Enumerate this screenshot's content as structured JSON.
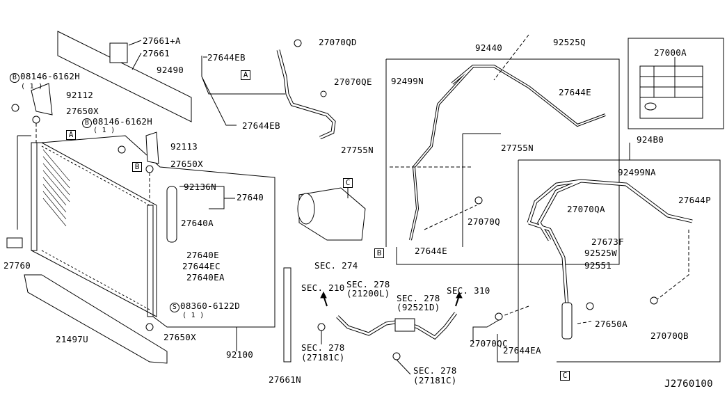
{
  "diagram_id": "J2760100",
  "callouts": {
    "A": "A",
    "B": "B",
    "C": "C",
    "S": "S"
  },
  "labels": {
    "p27661a": "27661+A",
    "p27661": "27661",
    "bolt1": "08146-6162H",
    "bolt1_qty": "( 1 )",
    "p92112": "92112",
    "p27650x_1": "27650X",
    "bolt2": "08146-6162H",
    "bolt2_qty": "( 1 )",
    "p92113": "92113",
    "p27650x_2": "27650X",
    "p92136n": "92136N",
    "p27640": "27640",
    "p27640a": "27640A",
    "p27640e": "27640E",
    "p27644ec": "27644EC",
    "p27640ea": "27640EA",
    "bolt3": "08360-6122D",
    "bolt3_qty": "( 1 )",
    "p27650x_3": "27650X",
    "p92100": "92100",
    "p27760": "27760",
    "p21497u": "21497U",
    "p27644eb_1": "27644EB",
    "p92490": "92490",
    "p27070qd": "27070QD",
    "p27070qe": "27070QE",
    "p27644eb_2": "27644EB",
    "sec274": "SEC. 274",
    "sec210": "SEC. 210",
    "sec278_a": "SEC. 278",
    "sec278_a_ref": "(21200L)",
    "sec278_b": "SEC. 278",
    "sec278_b_ref": "(92521D)",
    "sec310": "SEC. 310",
    "sec278_c": "SEC. 278",
    "sec278_c_ref": "(27181C)",
    "sec278_d": "SEC. 278",
    "sec278_d_ref": "(27181C)",
    "p27661n": "27661N",
    "p92440": "92440",
    "p92525q": "92525Q",
    "p92499n": "92499N",
    "p27644e_1": "27644E",
    "p27755n_1": "27755N",
    "p27755n_2": "27755N",
    "p27070q": "27070Q",
    "p27644e_2": "27644E",
    "p27000a": "27000A",
    "p924b0": "924B0",
    "p92499na": "92499NA",
    "p27644p": "27644P",
    "p27070qa": "27070QA",
    "p27673f": "27673F",
    "p92525w": "92525W",
    "p92551": "92551",
    "p27650a": "27650A",
    "p27070qc": "27070QC",
    "p27070qb": "27070QB",
    "p27644ea": "27644EA"
  }
}
